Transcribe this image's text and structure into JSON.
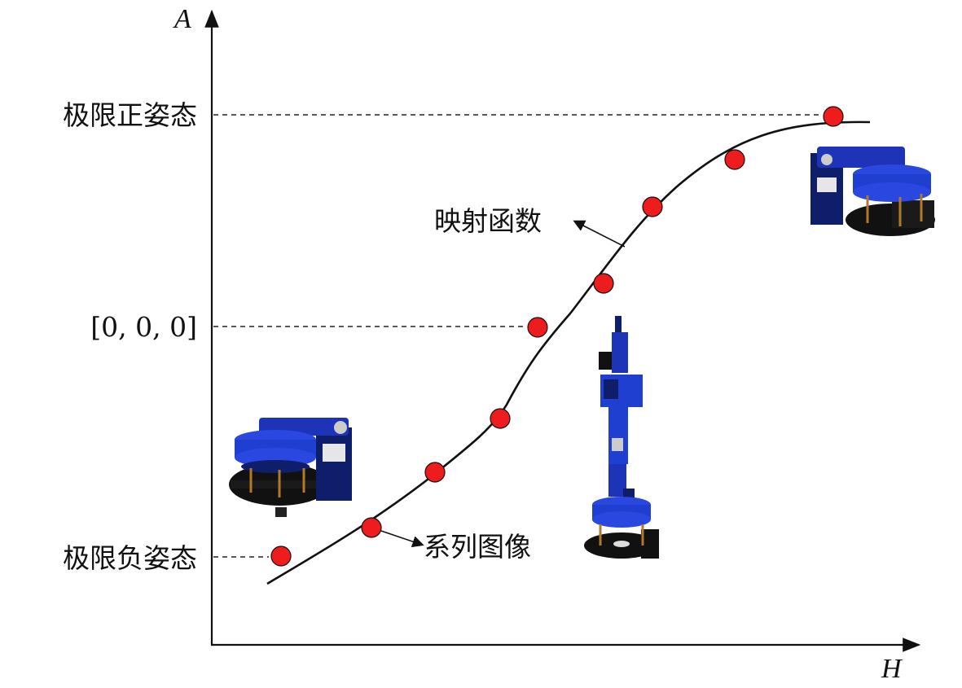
{
  "axes": {
    "x_label": "H",
    "y_label": "A"
  },
  "y_levels": [
    {
      "label": "极限正姿态"
    },
    {
      "label": "[0, 0, 0]"
    },
    {
      "label": "极限负姿态"
    }
  ],
  "annotations": {
    "function_label": "映射函数",
    "series_label": "系列图像"
  },
  "colors": {
    "point_fill": "#ee1c1c",
    "robot_blue": "#1f3fd0"
  }
}
